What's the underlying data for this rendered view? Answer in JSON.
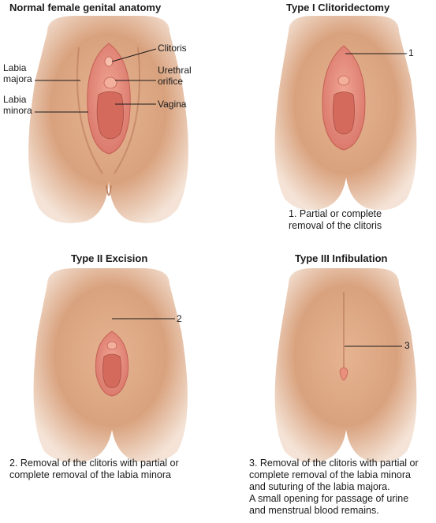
{
  "panels": [
    {
      "title": "Normal female genital anatomy",
      "labels": {
        "clitoris": "Clitoris",
        "urethral_1": "Urethral",
        "urethral_2": "orifice",
        "vagina": "Vagina",
        "labia_majora_1": "Labia",
        "labia_majora_2": "majora",
        "labia_minora_1": "Labia",
        "labia_minora_2": "minora"
      }
    },
    {
      "title": "Type I Clitoridectomy",
      "marker": "1",
      "caption": [
        "1. Partial or complete",
        "removal of the clitoris"
      ]
    },
    {
      "title": "Type II Excision",
      "marker": "2",
      "caption": [
        "2. Removal of the clitoris with partial or",
        "complete removal of the labia minora"
      ]
    },
    {
      "title": "Type III Infibulation",
      "marker": "3",
      "caption": [
        "3. Removal of the clitoris with partial or",
        "complete removal of the labia minora",
        "and suturing of the labia majora.",
        "A small opening for passage of urine",
        "and menstrual blood remains."
      ]
    }
  ],
  "colors": {
    "skin": "#d9a27e",
    "skin_dark": "#b97a5a",
    "mucosa": "#e8907c",
    "mucosa_dark": "#c45f55",
    "line": "#1a1a1a"
  }
}
